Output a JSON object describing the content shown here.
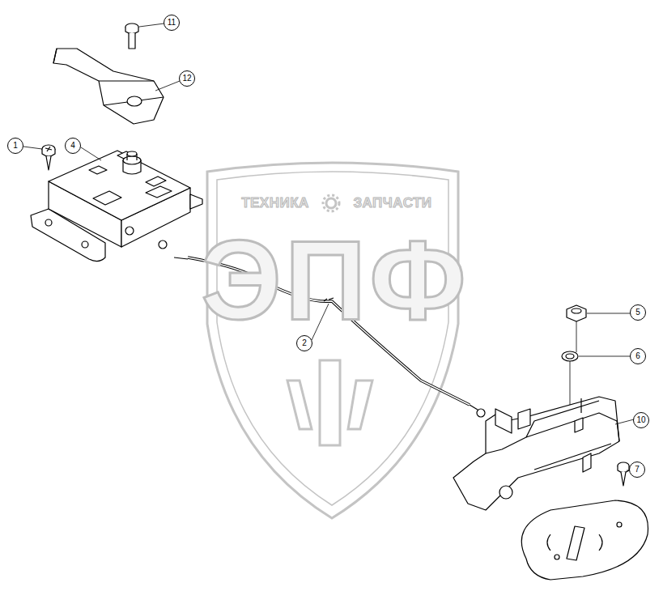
{
  "diagram": {
    "labels": [
      "11",
      "12",
      "1",
      "4",
      "2",
      "5",
      "6",
      "10",
      "7",
      "ТЕХНИКА",
      "ЗАПЧАСТИ",
      "ЭПФ"
    ]
  }
}
